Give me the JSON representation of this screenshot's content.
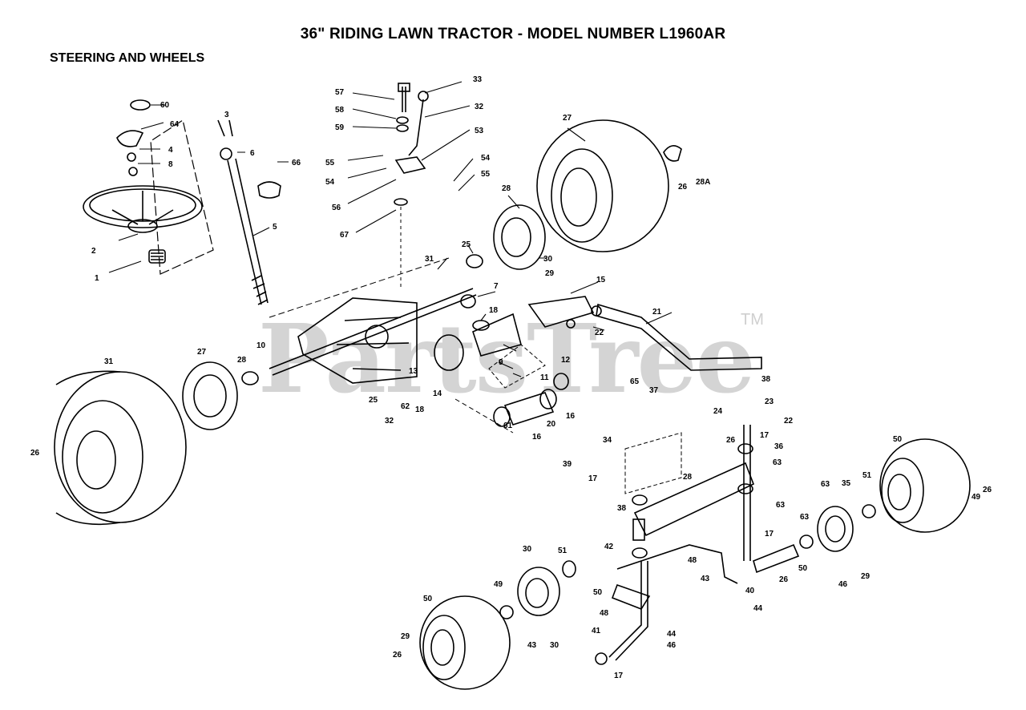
{
  "title": "36\" RIDING LAWN TRACTOR - MODEL NUMBER L1960AR",
  "subtitle": "STEERING AND WHEELS",
  "watermark": {
    "text": "PartsTree",
    "tm": "TM"
  },
  "callouts": [
    "60",
    "64",
    "4",
    "8",
    "3",
    "6",
    "66",
    "5",
    "2",
    "1",
    "57",
    "58",
    "59",
    "55",
    "54",
    "56",
    "67",
    "33",
    "32",
    "53",
    "54",
    "55",
    "27",
    "26",
    "28A",
    "28",
    "30",
    "29",
    "25",
    "31",
    "7",
    "18",
    "15",
    "21",
    "22",
    "12",
    "9",
    "11",
    "13",
    "14",
    "10",
    "31",
    "27",
    "28",
    "25",
    "32",
    "62",
    "18",
    "61",
    "16",
    "20",
    "16",
    "65",
    "37",
    "38",
    "23",
    "22",
    "24",
    "17",
    "26",
    "36",
    "63",
    "34",
    "39",
    "17",
    "28",
    "38",
    "63",
    "63",
    "35",
    "51",
    "50",
    "49",
    "26",
    "17",
    "48",
    "42",
    "63",
    "50",
    "26",
    "40",
    "44",
    "43",
    "46",
    "29",
    "30",
    "51",
    "50",
    "49",
    "50",
    "48",
    "44",
    "41",
    "46",
    "43",
    "30",
    "29",
    "26",
    "17",
    "26"
  ]
}
